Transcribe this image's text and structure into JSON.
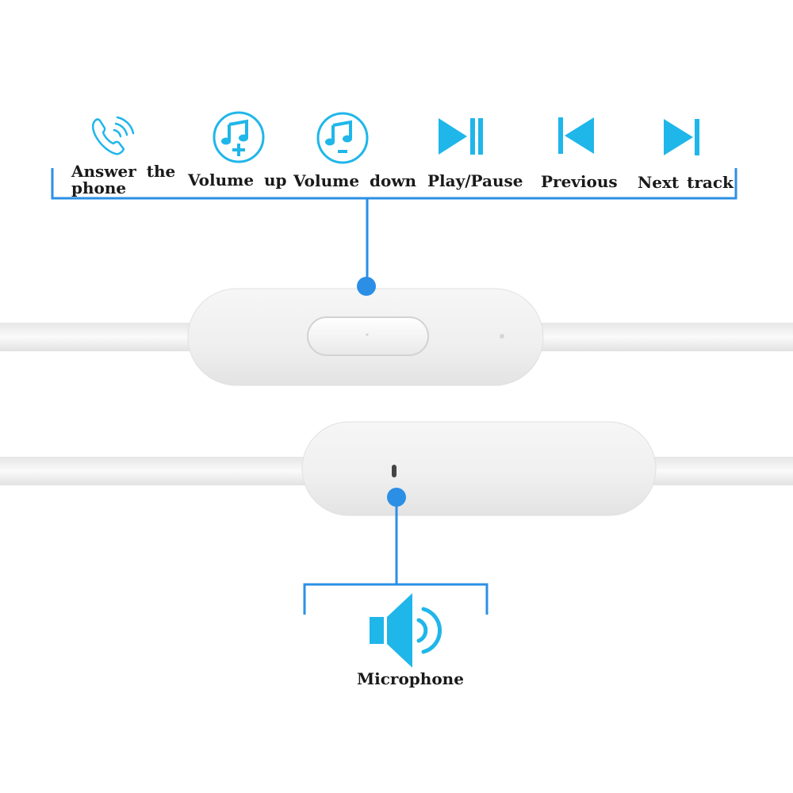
{
  "colors": {
    "accent": "#2b8fe6",
    "icon_cyan": "#1fb6ea",
    "cable": "#f4f4f4",
    "remote": "#f0f0f0",
    "text": "#1a1a1a"
  },
  "controls": [
    {
      "icon": "phone-icon",
      "label_line1": "Answer the",
      "label_line2": "phone"
    },
    {
      "icon": "music-note-plus-icon",
      "label": "Volume up"
    },
    {
      "icon": "music-note-minus-icon",
      "label": "Volume down"
    },
    {
      "icon": "play-pause-icon",
      "label": "Play/Pause"
    },
    {
      "icon": "previous-track-icon",
      "label": "Previous"
    },
    {
      "icon": "next-track-icon",
      "label": "Next track"
    }
  ],
  "microphone": {
    "icon": "speaker-icon",
    "label": "Microphone"
  }
}
